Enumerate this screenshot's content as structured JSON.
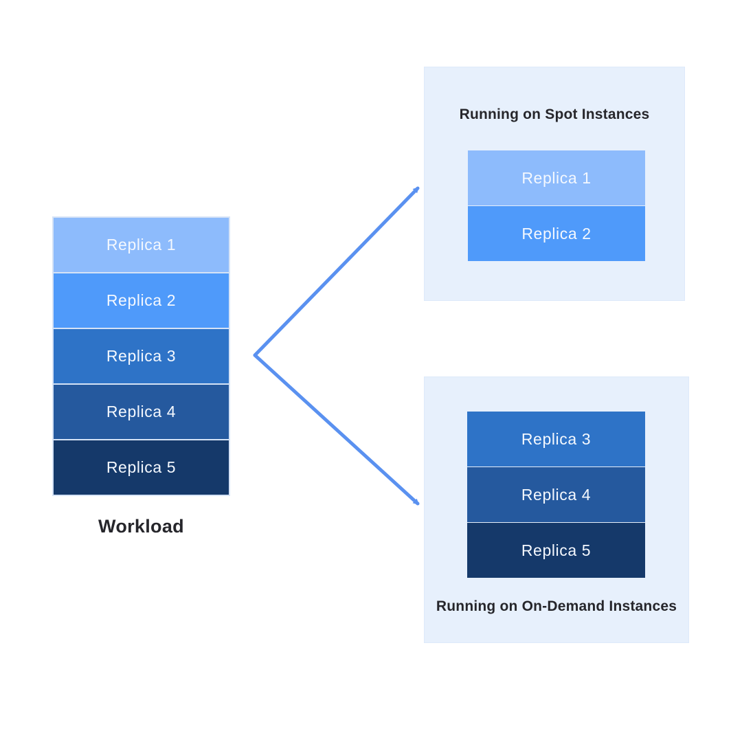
{
  "workload": {
    "label": "Workload",
    "replicas": [
      {
        "label": "Replica 1",
        "color": "#8dbbfc"
      },
      {
        "label": "Replica 2",
        "color": "#4f9afa"
      },
      {
        "label": "Replica 3",
        "color": "#2e73c7"
      },
      {
        "label": "Replica 4",
        "color": "#25599e"
      },
      {
        "label": "Replica 5",
        "color": "#15396a"
      }
    ]
  },
  "spot_panel": {
    "title": "Running on Spot Instances",
    "replicas": [
      {
        "label": "Replica 1",
        "color": "#8dbbfc"
      },
      {
        "label": "Replica 2",
        "color": "#4f9afa"
      }
    ]
  },
  "ondemand_panel": {
    "title": "Running on On-Demand Instances",
    "replicas": [
      {
        "label": "Replica 3",
        "color": "#2e73c7"
      },
      {
        "label": "Replica 4",
        "color": "#25599e"
      },
      {
        "label": "Replica 5",
        "color": "#15396a"
      }
    ]
  },
  "colors": {
    "panel_background": "#e7f0fc",
    "arrow": "#5a91f0",
    "replica_text": "#f4f8fe",
    "title_text": "#26262b",
    "stack_border": "#d6e3f6"
  }
}
